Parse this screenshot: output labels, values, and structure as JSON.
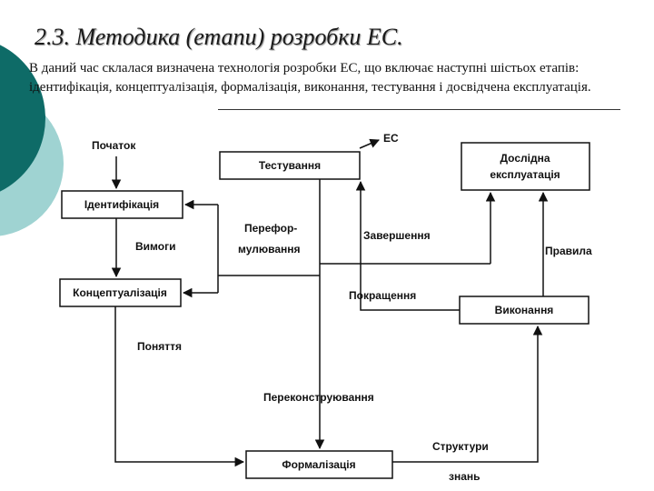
{
  "slide": {
    "title": "2.3. Методика (етапи) розробки ЕС.",
    "intro": "В даний час склалася визначена технологія розробки ЕС, що включає наступні шістьох етапів: ідентифікація, концептуалізація, формалізація, виконання, тестування і досвідчена експлуатація."
  },
  "diagram": {
    "boxes": {
      "identification": "Ідентифікація",
      "conceptualization": "Концептуалізація",
      "formalization": "Формалізація",
      "execution": "Виконання",
      "testing": "Тестування",
      "pilot_1": "Дослідна",
      "pilot_2": "експлуатація"
    },
    "labels": {
      "start": "Початок",
      "es": "ЕС",
      "requirements": "Вимоги",
      "concepts": "Поняття",
      "reform_1": "Перефор-",
      "reform_2": "мулювання",
      "completion": "Завершення",
      "rules": "Правила",
      "improvements": "Покращення",
      "reconstruction": "Переконструювання",
      "structures": "Структури",
      "knowledge": "знань"
    }
  },
  "colors": {
    "decor_dark": "#0e6b67",
    "decor_light": "#9fd3d2",
    "line": "#111111"
  }
}
